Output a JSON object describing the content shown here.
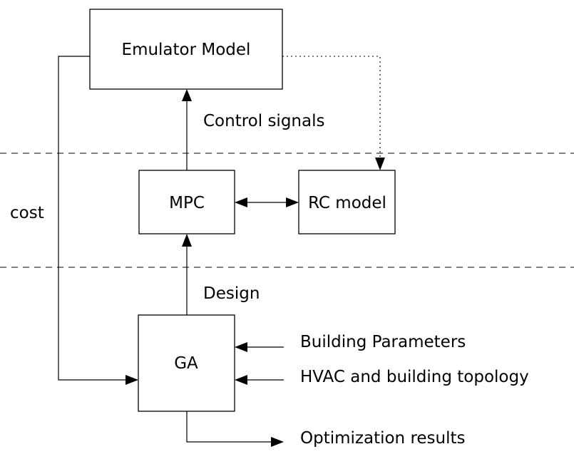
{
  "diagram": {
    "nodes": {
      "emulator": {
        "label": "Emulator Model"
      },
      "mpc": {
        "label": "MPC"
      },
      "rc": {
        "label": "RC model"
      },
      "ga": {
        "label": "GA"
      }
    },
    "edge_labels": {
      "control_signals": "Control signals",
      "design": "Design",
      "cost": "cost",
      "building_parameters": "Building Parameters",
      "hvac_topology": "HVAC and building topology",
      "optimization_results": "Optimization results"
    }
  }
}
